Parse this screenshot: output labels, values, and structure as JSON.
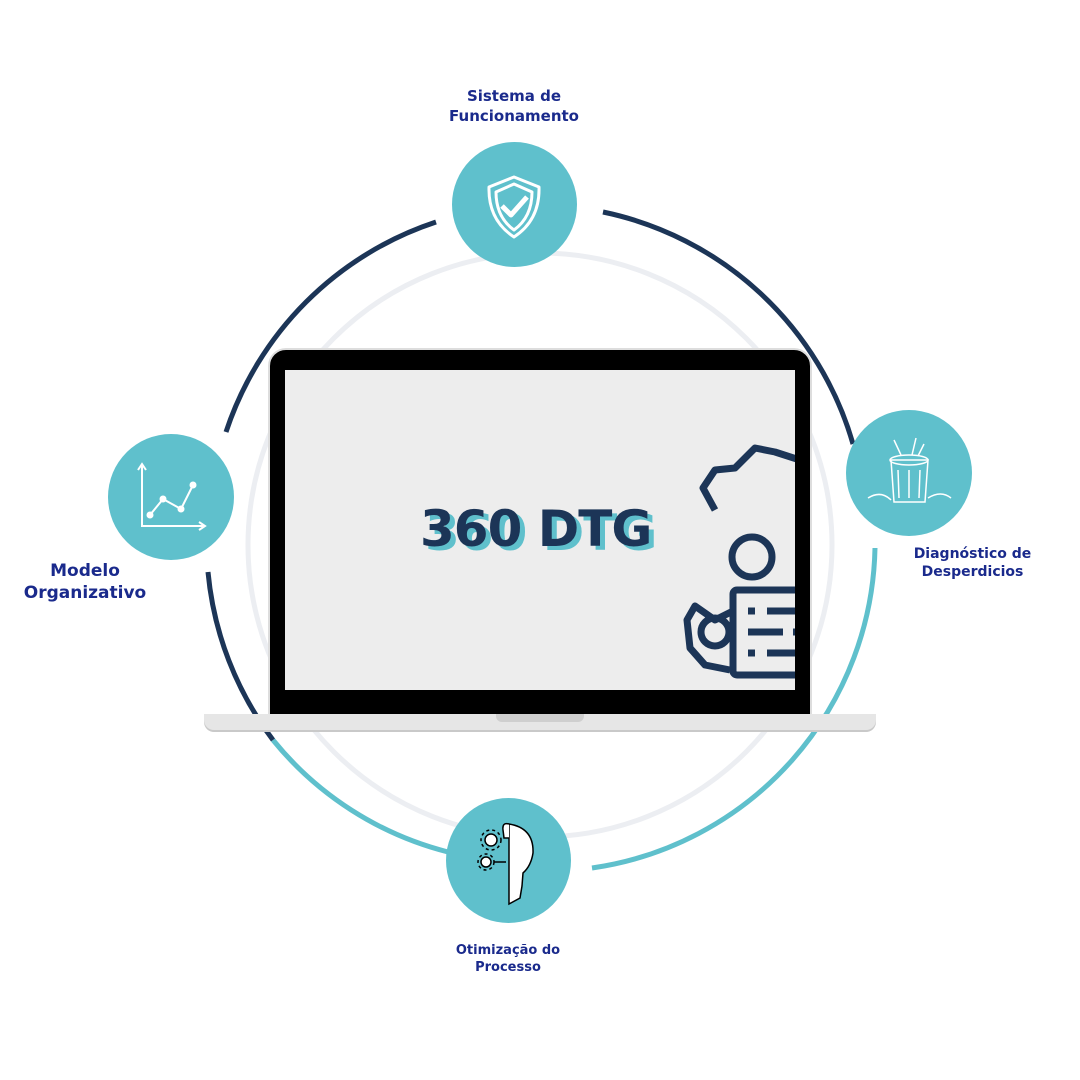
{
  "title": "360 DTG",
  "nodes": {
    "top": {
      "line1": "Sistema de",
      "line2": "Funcionamento",
      "icon": "shield-check-icon"
    },
    "left": {
      "line1": "Modelo",
      "line2": "Organizativo",
      "icon": "line-chart-icon"
    },
    "right": {
      "line1": "Diagnóstico de",
      "line2": "Desperdicios",
      "icon": "trash-bin-icon"
    },
    "bottom": {
      "line1": "Otimização do",
      "line2": "Processo",
      "icon": "lightbulb-gears-icon"
    }
  },
  "colors": {
    "navy": "#1c3557",
    "teal": "#5fc0cc",
    "label": "#1a2a8c"
  }
}
